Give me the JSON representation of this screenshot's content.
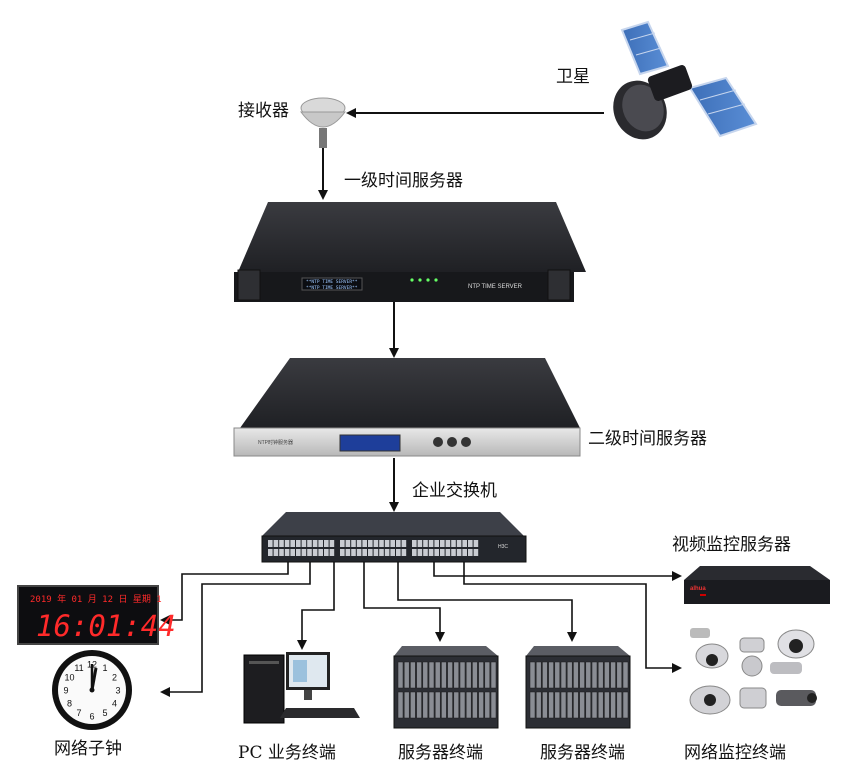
{
  "labels": {
    "satellite": "卫星",
    "receiver": "接收器",
    "primary_server": "一级时间服务器",
    "secondary_server": "二级时间服务器",
    "switch": "企业交换机",
    "video_server": "视频监控服务器",
    "network_clock": "网络子钟",
    "pc_terminal": "PC 业务终端",
    "server_terminal_1": "服务器终端",
    "server_terminal_2": "服务器终端",
    "camera_terminal": "网络监控终端"
  },
  "devices": {
    "primary_panel_text": "NTP  TIME  SERVER",
    "primary_display_line1": "**NTP TIME SERVER**",
    "primary_display_line2": "**NTP TIME SERVER**",
    "secondary_panel_text": "NTP时钟服务器",
    "switch_brand": "H3C",
    "video_brand": "alhua"
  },
  "digital_clock": {
    "date_line": "2019 年  01 月 12 日  星期 1",
    "time": "16:01:44"
  },
  "colors": {
    "line": "#111111",
    "clock_red": "#ff2a2a",
    "device_dark": "#2b2c31"
  }
}
